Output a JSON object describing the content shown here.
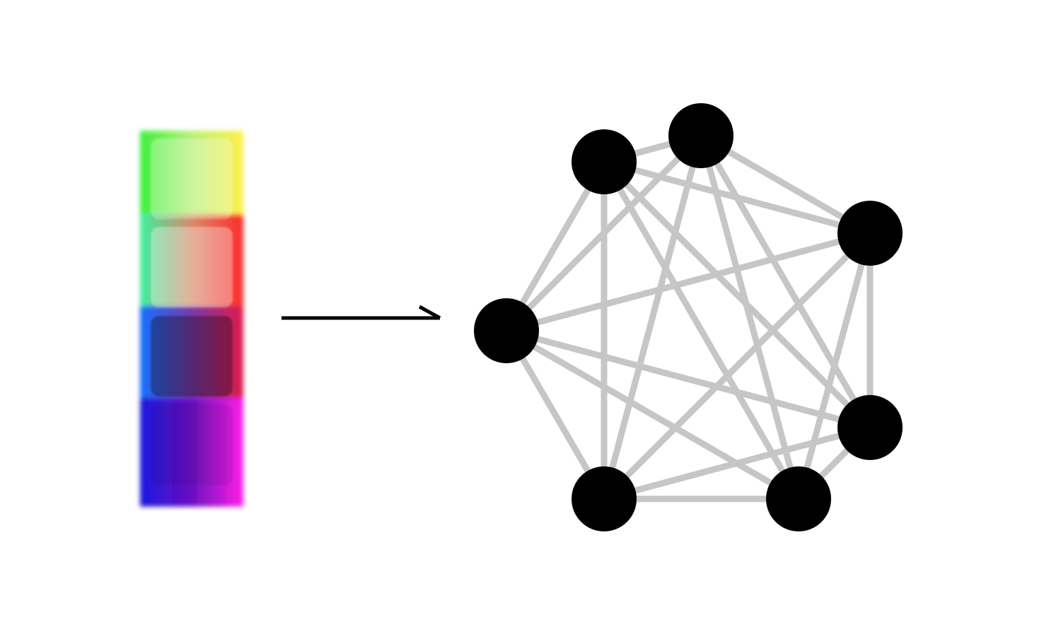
{
  "diagram": {
    "gradient_strip": {
      "colors": {
        "top_left": "#3df03d",
        "top_right": "#fff04a",
        "mid_right": "#ff2a2a",
        "mid_left": "#14e6d2",
        "lower_left": "#1470ff",
        "bottom_left": "#1a14e0",
        "bottom_right": "#ff1ee6"
      },
      "cells": [
        {
          "tint": "#ffffff",
          "opacity": 0.28
        },
        {
          "tint": "#ffffff",
          "opacity": 0.32
        },
        {
          "tint": "#000000",
          "opacity": 0.32
        },
        {
          "tint": "#000000",
          "opacity": 0.08
        }
      ]
    },
    "arrow": {
      "style": "half-harpoon",
      "color": "#000000"
    },
    "graph": {
      "type": "complete-graph",
      "node_color": "#000000",
      "edge_color": "#c6c6c6",
      "nodes": [
        "n1",
        "n2",
        "n3",
        "n4",
        "n5",
        "n6",
        "n7"
      ],
      "edges": "all-pairs"
    }
  }
}
